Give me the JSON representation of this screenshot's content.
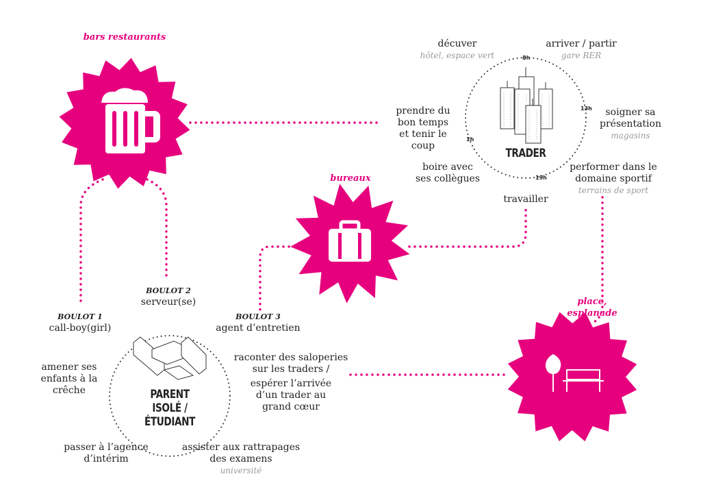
{
  "colors": {
    "accent": "#E6007E",
    "text": "#222222",
    "muted": "#9a9a9a"
  },
  "places": {
    "bars": {
      "label": "bars restaurants",
      "icon": "beer-mug-icon"
    },
    "bureaux": {
      "label": "bureaux",
      "icon": "briefcase-icon"
    },
    "place": {
      "label": "place, esplanade",
      "icon": "tree-bench-icon"
    }
  },
  "trader": {
    "title": "TRADER",
    "hours": [
      "8h",
      "13h",
      "19h",
      "1h"
    ],
    "activities": [
      {
        "text": "décuver",
        "place": "hôtel, espace vert"
      },
      {
        "text": "arriver / partir",
        "place": "gare RER"
      },
      {
        "text": "prendre du bon temps et tenir le coup"
      },
      {
        "text": "soigner sa présentation",
        "place": "magasins"
      },
      {
        "text": "boire avec ses collègues"
      },
      {
        "text": "performer dans le domaine sportif",
        "place": "terrains de sport"
      },
      {
        "text": "travailler"
      }
    ]
  },
  "parent": {
    "title": "PARENT ISOLÉ / ÉTUDIANT",
    "jobs": [
      {
        "label": "BOULOT 1",
        "text": "call-boy(girl)"
      },
      {
        "label": "BOULOT 2",
        "text": "serveur(se)"
      },
      {
        "label": "BOULOT 3",
        "text": "agent d’entretien"
      }
    ],
    "activities": [
      {
        "text": "amener ses enfants à la crêche"
      },
      {
        "text": "raconter des saloperies sur les traders /"
      },
      {
        "text": "espérer l’arrivée d’un trader au grand cœur"
      },
      {
        "text": "passer à l’agence d’intérim"
      },
      {
        "text": "assister aux rattrapages des examens",
        "place": "université"
      }
    ]
  }
}
